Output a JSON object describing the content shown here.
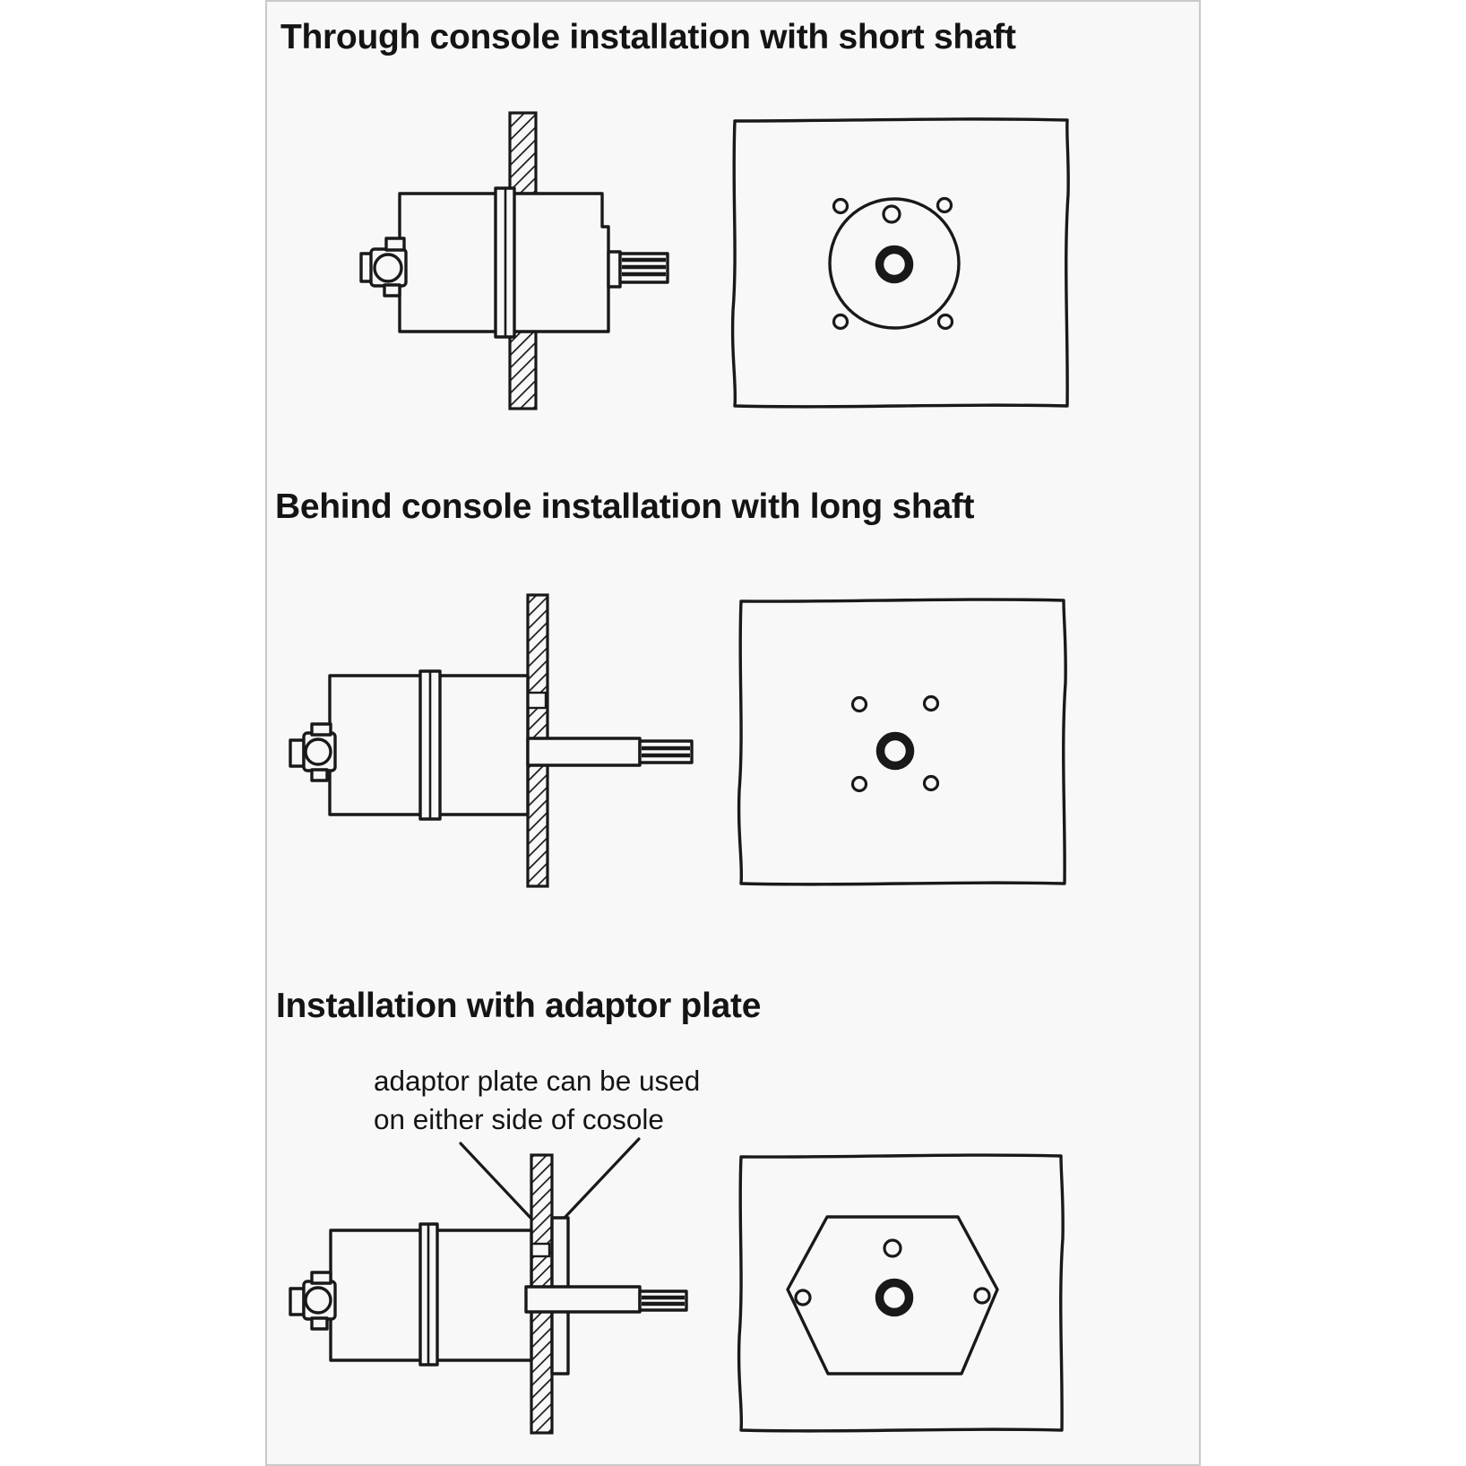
{
  "page": {
    "background_color": "#f8f8f8",
    "border_color": "#c9c9c9",
    "ink_color": "#191919"
  },
  "sections": [
    {
      "id": "through-console",
      "title": "Through console installation with short shaft"
    },
    {
      "id": "behind-console",
      "title": "Behind console installation with long shaft"
    },
    {
      "id": "adaptor-plate",
      "title": "Installation with adaptor plate",
      "annotation": {
        "line1": "adaptor plate can be used",
        "line2": "on either side of cosole"
      }
    }
  ]
}
